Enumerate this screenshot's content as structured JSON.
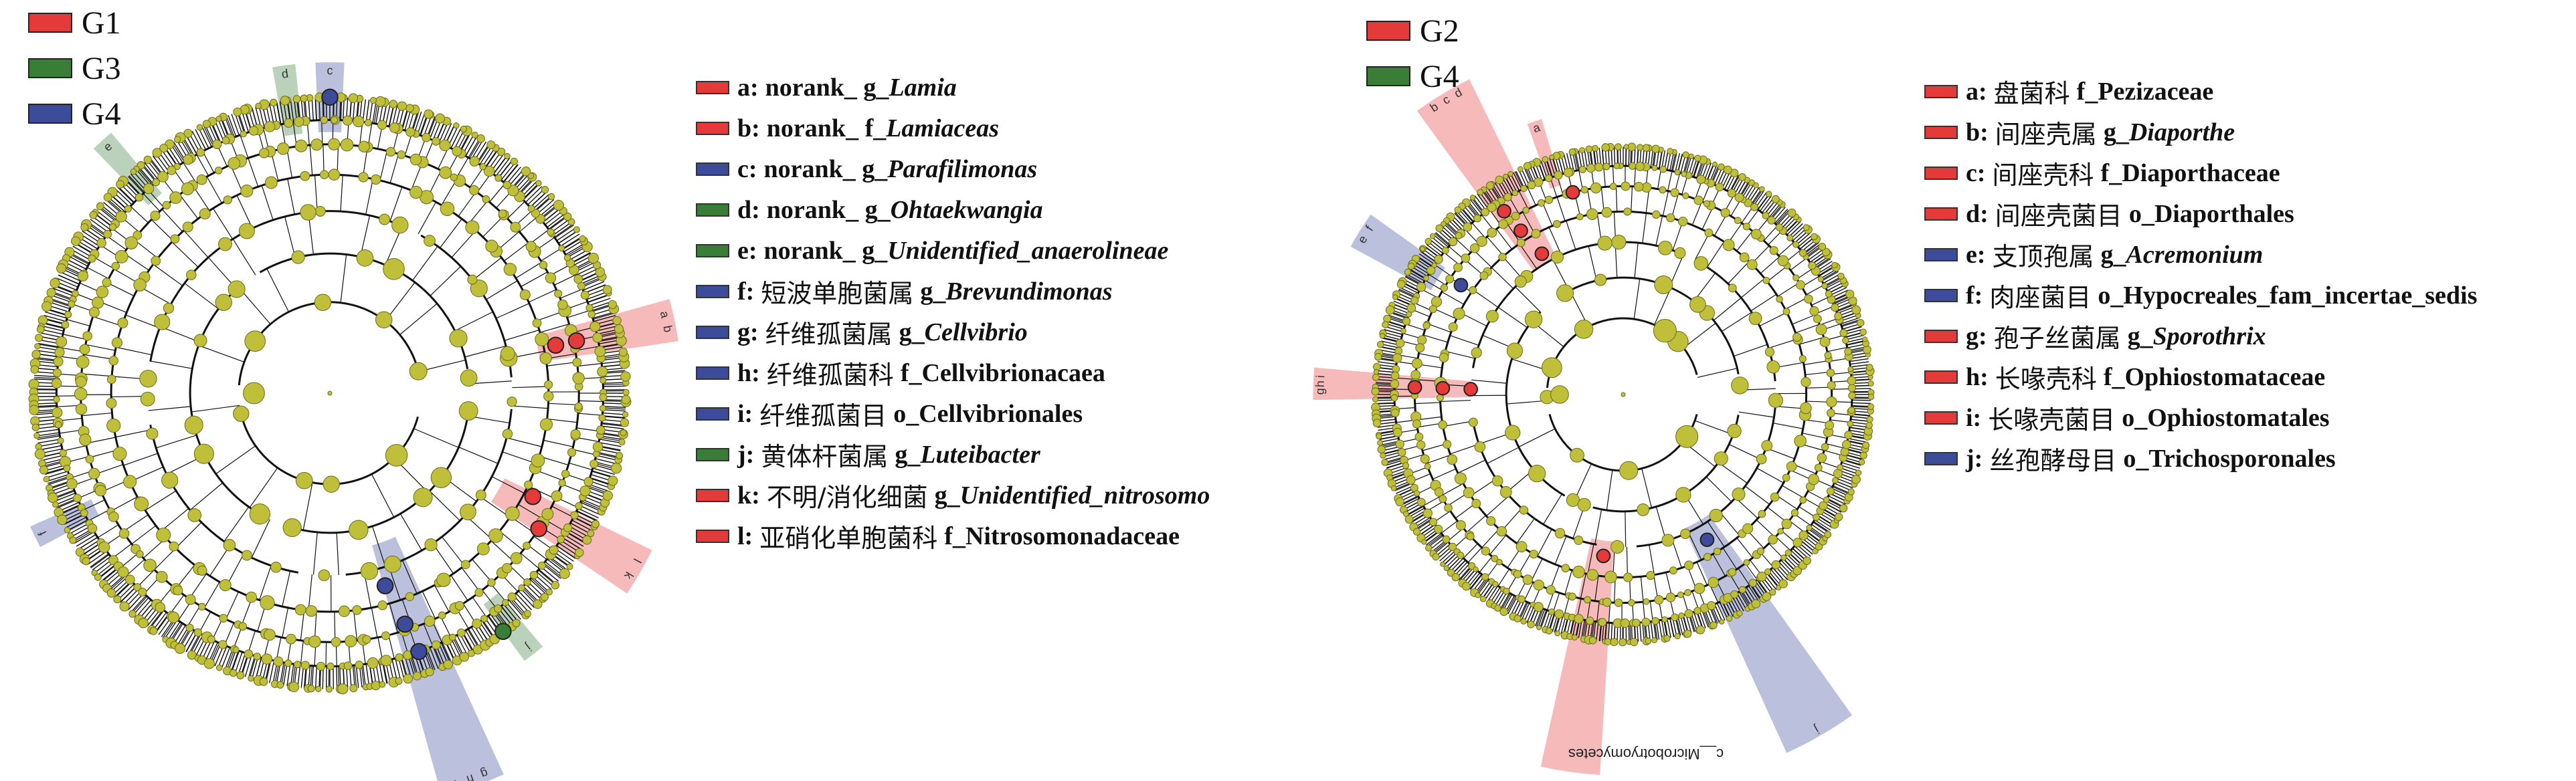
{
  "colors": {
    "G1": "#e53a3a",
    "G2": "#e53a3a",
    "G3": "#3a7d36",
    "G4": "#3d4c9a",
    "node": "#bfbf3a",
    "node_stroke": "#6b6b1d",
    "line": "#111111"
  },
  "left_panel": {
    "group_legend": [
      {
        "id": "G1",
        "label": "G1"
      },
      {
        "id": "G3",
        "label": "G3"
      },
      {
        "id": "G4",
        "label": "G4"
      }
    ],
    "taxa": [
      {
        "key": "a:",
        "group": "G1",
        "cn": "",
        "prefix": "norank_ g_",
        "sci": "Lamia"
      },
      {
        "key": "b:",
        "group": "G1",
        "cn": "",
        "prefix": "norank_ f_",
        "sci": "Lamiaceas"
      },
      {
        "key": "c:",
        "group": "G4",
        "cn": "",
        "prefix": "norank_ g_",
        "sci": "Parafilimonas"
      },
      {
        "key": "d:",
        "group": "G3",
        "cn": "",
        "prefix": "norank_ g_",
        "sci": "Ohtaekwangia"
      },
      {
        "key": "e:",
        "group": "G3",
        "cn": "",
        "prefix": "norank_ g_",
        "sci": "Unidentified_anaerolineae"
      },
      {
        "key": "f:",
        "group": "G4",
        "cn": "短波单胞菌属",
        "prefix": "g_",
        "sci": "Brevundimonas"
      },
      {
        "key": "g:",
        "group": "G4",
        "cn": "纤维孤菌属",
        "prefix": "g_",
        "sci": "Cellvibrio"
      },
      {
        "key": "h:",
        "group": "G4",
        "cn": "纤维孤菌科",
        "prefix": "f_Cellvibrionacaea",
        "sci": ""
      },
      {
        "key": "i:",
        "group": "G4",
        "cn": "纤维孤菌目",
        "prefix": "o_Cellvibrionales",
        "sci": ""
      },
      {
        "key": "j:",
        "group": "G3",
        "cn": "黄体杆菌属",
        "prefix": "g_",
        "sci": "Luteibacter"
      },
      {
        "key": "k:",
        "group": "G1",
        "cn": "不明/消化细菌",
        "prefix": "g_",
        "sci": "Unidentified_nitrosomo"
      },
      {
        "key": "l:",
        "group": "G1",
        "cn": "亚硝化单胞菌科",
        "prefix": "f_Nitrosomonadaceae",
        "sci": ""
      }
    ],
    "highlights": [
      {
        "group": "G4",
        "angle": 90,
        "r_in": 0.86,
        "r_out": 1.09,
        "width": 5,
        "letters": [
          "c"
        ]
      },
      {
        "group": "G3",
        "angle": 98,
        "r_in": 0.86,
        "r_out": 1.09,
        "width": 4,
        "letters": [
          "d"
        ]
      },
      {
        "group": "G3",
        "angle": 132,
        "r_in": 0.86,
        "r_out": 1.12,
        "width": 4,
        "letters": [
          "e"
        ]
      },
      {
        "group": "G1",
        "angle": 12,
        "r_in": 0.7,
        "r_out": 1.16,
        "width": 7,
        "letters": [
          "b",
          "a"
        ]
      },
      {
        "group": "G1",
        "angle": -30,
        "r_in": 0.64,
        "r_out": 1.18,
        "width": 8,
        "letters": [
          "k",
          "l"
        ]
      },
      {
        "group": "G4",
        "angle": -70,
        "r_in": 0.52,
        "r_out": 1.38,
        "width": 9,
        "letters": [
          "i",
          "h",
          "g"
        ]
      },
      {
        "group": "G3",
        "angle": -52,
        "r_in": 0.86,
        "r_out": 1.09,
        "width": 4,
        "letters": [
          "j"
        ]
      },
      {
        "group": "G4",
        "angle": -154,
        "r_in": 0.86,
        "r_out": 1.08,
        "width": 4,
        "letters": [
          "f"
        ]
      }
    ],
    "colored_nodes": [
      {
        "group": "G4",
        "angle": 90,
        "r": 0.975
      },
      {
        "group": "G1",
        "angle": 12,
        "r": 0.83
      },
      {
        "group": "G1",
        "angle": 12,
        "r": 0.76
      },
      {
        "group": "G1",
        "angle": -27,
        "r": 0.75
      },
      {
        "group": "G1",
        "angle": -33,
        "r": 0.82
      },
      {
        "group": "G4",
        "angle": -74,
        "r": 0.66
      },
      {
        "group": "G4",
        "angle": -72,
        "r": 0.8
      },
      {
        "group": "G4",
        "angle": -71,
        "r": 0.9
      },
      {
        "group": "G3",
        "angle": -54,
        "r": 0.97
      }
    ]
  },
  "right_panel": {
    "group_legend": [
      {
        "id": "G2",
        "label": "G2"
      },
      {
        "id": "G4",
        "label": "G4"
      }
    ],
    "taxa": [
      {
        "key": "a:",
        "group": "G2",
        "cn": "盘菌科",
        "prefix": "f_Pezizaceae",
        "sci": ""
      },
      {
        "key": "b:",
        "group": "G2",
        "cn": "间座壳属",
        "prefix": "g_",
        "sci": "Diaporthe"
      },
      {
        "key": "c:",
        "group": "G2",
        "cn": "间座壳科",
        "prefix": "f_Diaporthaceae",
        "sci": ""
      },
      {
        "key": "d:",
        "group": "G2",
        "cn": "间座壳菌目",
        "prefix": "o_Diaporthales",
        "sci": ""
      },
      {
        "key": "e:",
        "group": "G4",
        "cn": "支顶孢属",
        "prefix": "g_",
        "sci": "Acremonium"
      },
      {
        "key": "f:",
        "group": "G4",
        "cn": "肉座菌目",
        "prefix": "o_Hypocreales_fam_incertae_sedis",
        "sci": ""
      },
      {
        "key": "g:",
        "group": "G2",
        "cn": "孢子丝菌属",
        "prefix": "g_",
        "sci": "Sporothrix"
      },
      {
        "key": "h:",
        "group": "G2",
        "cn": "长喙壳科",
        "prefix": "f_Ophiostomataceae",
        "sci": ""
      },
      {
        "key": "i:",
        "group": "G2",
        "cn": "长喙壳菌目",
        "prefix": "o_Ophiostomatales",
        "sci": ""
      },
      {
        "key": "j:",
        "group": "G4",
        "cn": "丝孢酵母目",
        "prefix": "o_Trichosporonales",
        "sci": ""
      }
    ],
    "highlights": [
      {
        "group": "G2",
        "angle": 108,
        "r_in": 0.86,
        "r_out": 1.13,
        "width": 3,
        "letters": [
          "a"
        ]
      },
      {
        "group": "G2",
        "angle": 121,
        "r_in": 0.6,
        "r_out": 1.38,
        "width": 10,
        "letters": [
          "d",
          "c",
          "b"
        ]
      },
      {
        "group": "G4",
        "angle": 148,
        "r_in": 0.86,
        "r_out": 1.22,
        "width": 7,
        "letters": [
          "f",
          "e"
        ]
      },
      {
        "group": "G2",
        "angle": 178,
        "r_in": 0.6,
        "r_out": 1.22,
        "width": 6,
        "letters": [
          "i",
          "h",
          "g"
        ]
      },
      {
        "group": "G2",
        "angle": -98,
        "r_in": 0.58,
        "r_out": 1.5,
        "width": 9,
        "letters": []
      },
      {
        "group": "G4",
        "angle": -60,
        "r_in": 0.58,
        "r_out": 1.55,
        "width": 11,
        "letters": [
          "j"
        ]
      }
    ],
    "colored_nodes": [
      {
        "group": "G2",
        "angle": 120,
        "r": 0.64
      },
      {
        "group": "G2",
        "angle": 122,
        "r": 0.76
      },
      {
        "group": "G2",
        "angle": 123,
        "r": 0.86
      },
      {
        "group": "G2",
        "angle": 104,
        "r": 0.82
      },
      {
        "group": "G4",
        "angle": 146,
        "r": 0.77
      },
      {
        "group": "G2",
        "angle": 178,
        "r": 0.6
      },
      {
        "group": "G2",
        "angle": 178,
        "r": 0.71
      },
      {
        "group": "G2",
        "angle": 178,
        "r": 0.82
      },
      {
        "group": "G2",
        "angle": -97,
        "r": 0.64
      },
      {
        "group": "G4",
        "angle": -60,
        "r": 0.66
      }
    ],
    "bottom_label": "c__Microbotryomycetes"
  }
}
